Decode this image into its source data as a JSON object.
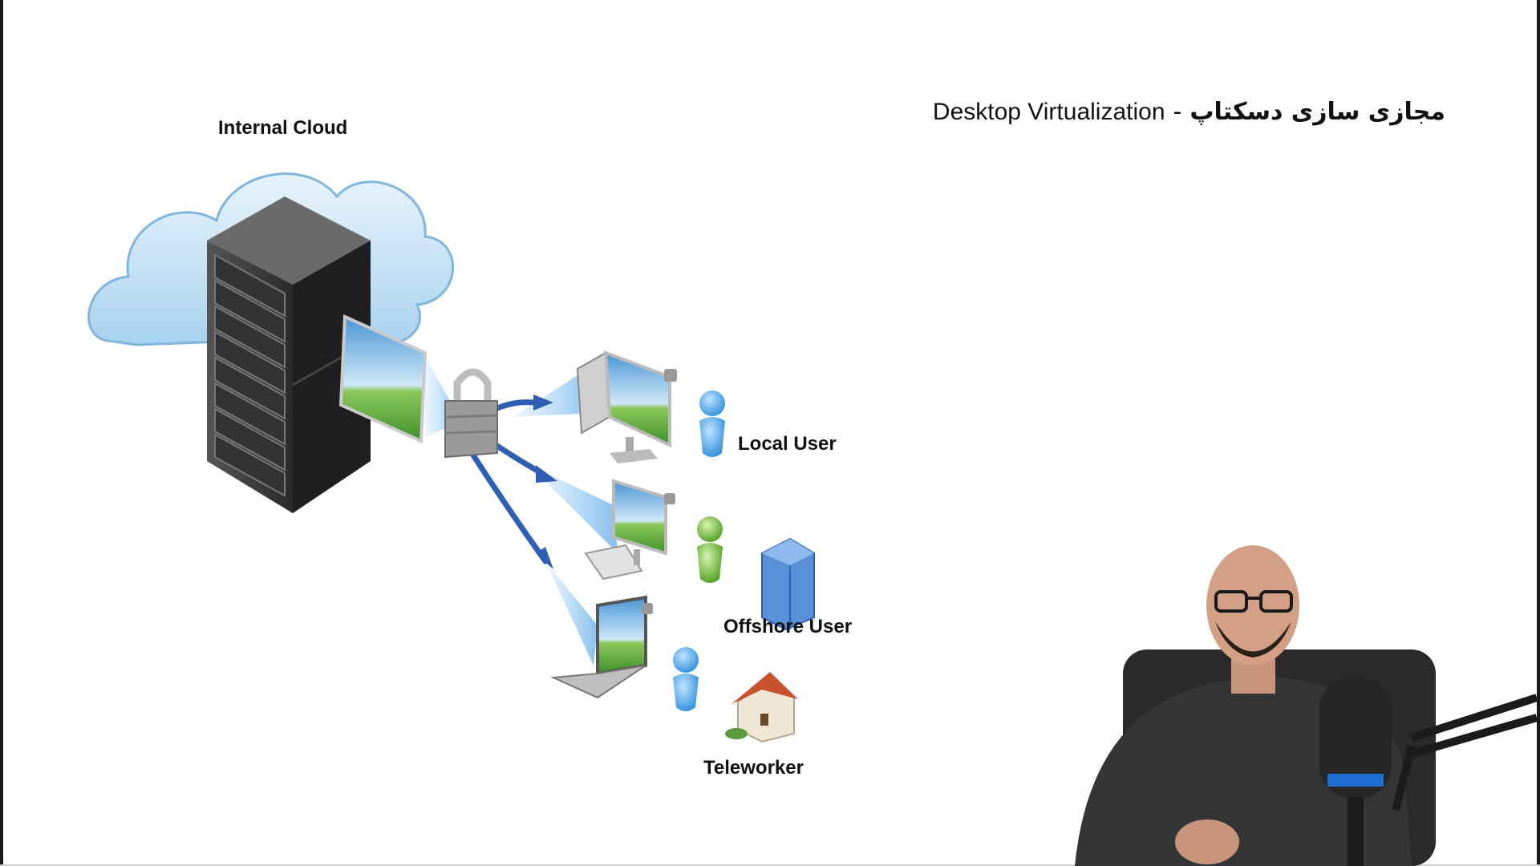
{
  "slide": {
    "title_fa": "مجازی سازی دسکتاپ",
    "title_separator": "-",
    "title_en": "Desktop Virtualization"
  },
  "diagram": {
    "cloud_label": "Internal Cloud",
    "users": [
      {
        "label": "Local User",
        "device": "desktop-monitor",
        "person_color": "#3a9be0"
      },
      {
        "label": "Offshore User",
        "device": "monitor-keyboard",
        "person_color": "#6fb82e",
        "location": "office-building"
      },
      {
        "label": "Teleworker",
        "device": "laptop",
        "person_color": "#3a9be0",
        "location": "house"
      }
    ]
  },
  "colors": {
    "arrow": "#2f5fb3",
    "cloud": "#b9dcf3",
    "server": "#3b3b3b",
    "screen_sky": "#7cc0ea",
    "screen_grass": "#6bb33a"
  }
}
